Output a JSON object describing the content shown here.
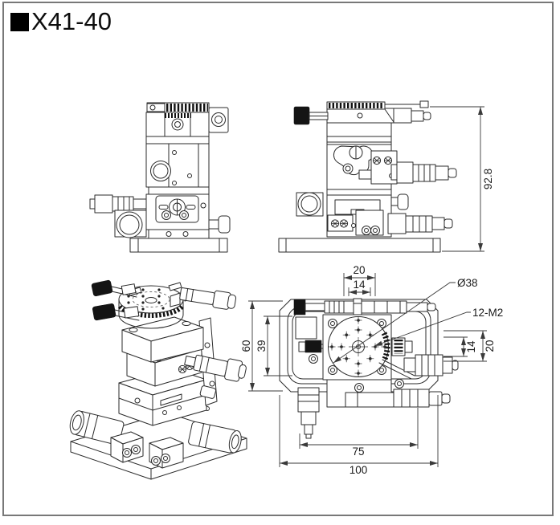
{
  "page": {
    "background": "#ffffff",
    "border_color": "#787878",
    "line_color": "#2b2b2b"
  },
  "header": {
    "bullet": "■",
    "title": "X41-40"
  },
  "drawing": {
    "dimensions": {
      "overall_height": "92.8",
      "top_outer": "20",
      "top_inner": "14",
      "left_outer": "60",
      "left_inner": "39",
      "right_inner": "14",
      "right_outer": "20",
      "bottom_inner": "75",
      "bottom_outer": "100",
      "platform_diameter": "Ø38",
      "mount_holes": "12-M2"
    }
  }
}
